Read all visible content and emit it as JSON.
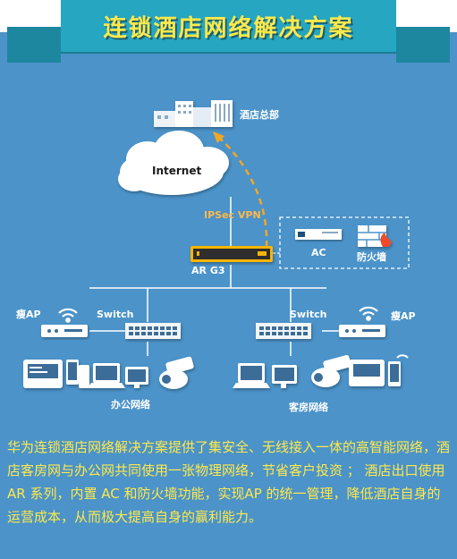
{
  "header": {
    "title": "连锁酒店网络解决方案"
  },
  "diagram": {
    "hq_label": "酒店总部",
    "internet_label": "Internet",
    "vpn_label": "IPSec VPN",
    "router_label": "AR G3",
    "ac_label": "AC",
    "firewall_label": "防火墙",
    "switch_left_label": "Switch",
    "switch_right_label": "Switch",
    "ap_left_label": "瘦AP",
    "ap_right_label": "瘦AP",
    "office_network_label": "办公网络",
    "guest_network_label": "客房网络"
  },
  "description": "华为连锁酒店网络解决方案提供了集安全、无线接入一体的高智能网络，酒店客房网与办公网共同使用一张物理网络，节省客户投资 ； 酒店出口使用 AR 系列，内置 AC 和防火墙功能，实现AP 的统一管理，降低酒店自身的运营成本，从而极大提高自身的赢利能力。",
  "colors": {
    "banner": "#26a6c1",
    "panel": "#4b93c9",
    "accent_text": "#ffe94a",
    "vpn_arrow": "#f5a623"
  }
}
